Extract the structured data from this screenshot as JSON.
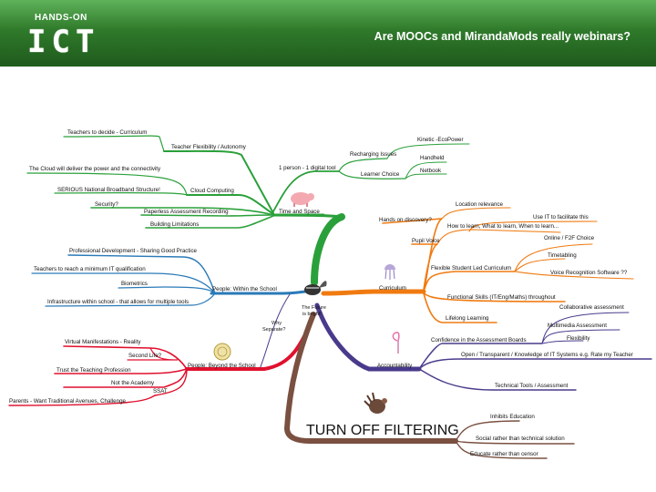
{
  "header": {
    "logo_top": "HANDS-ON",
    "logo_main": "ICT",
    "title": "Are MOOCs and MirandaMods really webinars?"
  },
  "colors": {
    "header_green": "#2f7a2b",
    "time_and_space": "#2aa03a",
    "curriculum": "#f07a10",
    "accountability": "#4a3a8c",
    "filtering": "#7a5040",
    "people_beyond": "#e0102e",
    "people_within": "#2a7ab8"
  },
  "mindmap": {
    "center": [
      "The Future",
      "is bright!"
    ],
    "why_separate": [
      "Why",
      "Separate?"
    ],
    "time_and_space": {
      "label": "Time and Space",
      "teacher_flex": "Teacher Flexibility / Autonomy",
      "teachers_decide": "Teachers to decide - Curriculum",
      "one_to_one": "1 person - 1 digital tool",
      "recharging": "Recharging Issues",
      "kinetic": "Kinetic -EcoPower",
      "learner_choice": "Learner Choice",
      "handheld": "Handheld",
      "netbook": "Netbook",
      "cloud_power": "The Cloud will deliver the power and the connectivity",
      "cloud": "Cloud Computing",
      "serious": "SERIOUS National Broadband Structure!",
      "security": "Security?",
      "paperless": "Paperless Assessment Recording",
      "building": "Building Limitations"
    },
    "people_within": {
      "label": "People: Within the School",
      "prof_dev": "Professional Development - Sharing Good Practice",
      "min_it": "Teachers to reach a minimum IT qualification",
      "biometrics": "Biometrics",
      "infrastructure": "Infrastructure within school - that allows for multiple tools"
    },
    "people_beyond": {
      "label": "People: Beyond the School",
      "virtual": "Virtual Manifestations  - Reality",
      "second_life": "Second Life?",
      "trust": "Trust the Teaching Profession",
      "not_academy": "Not the Academy",
      "ssat": "SSAT",
      "parents": "Parents - Want Traditional Avenues, Challenge"
    },
    "curriculum": {
      "label": "Curriculum",
      "hands_on": "Hands on discovery?",
      "location": "Location relevance",
      "pupil_voice": "Pupil Voice",
      "use_it": "Use IT to facilitate this",
      "how_to_learn": "How to learn, What to learn, When to learn...",
      "online": "Online / F2F Choice",
      "flexible": "Flexible Student Led Curriculum",
      "timetabling": "Timetabling",
      "voice_rec": "Voice Recognition Software ??",
      "functional": "Functional Skills (IT/Eng/Maths) throughout",
      "lifelong": "Lifelong Learning"
    },
    "accountability": {
      "label": "Accountability",
      "collab": "Collaborative assessment",
      "multimedia": "Multimedia Assessment",
      "confidence": "Confidence in the Assessment Boards",
      "flexibility": "Flexibility",
      "open": "Open / Transparent  / Knowledge of IT Systems e.g. Rate my Teacher",
      "technical": "Technical Tools / Assessment"
    },
    "filtering": {
      "label": "TURN OFF FILTERING",
      "inhibits": "Inhibits Education",
      "social": "Social rather than technical solution",
      "educate": "Educate rather than censor"
    }
  }
}
